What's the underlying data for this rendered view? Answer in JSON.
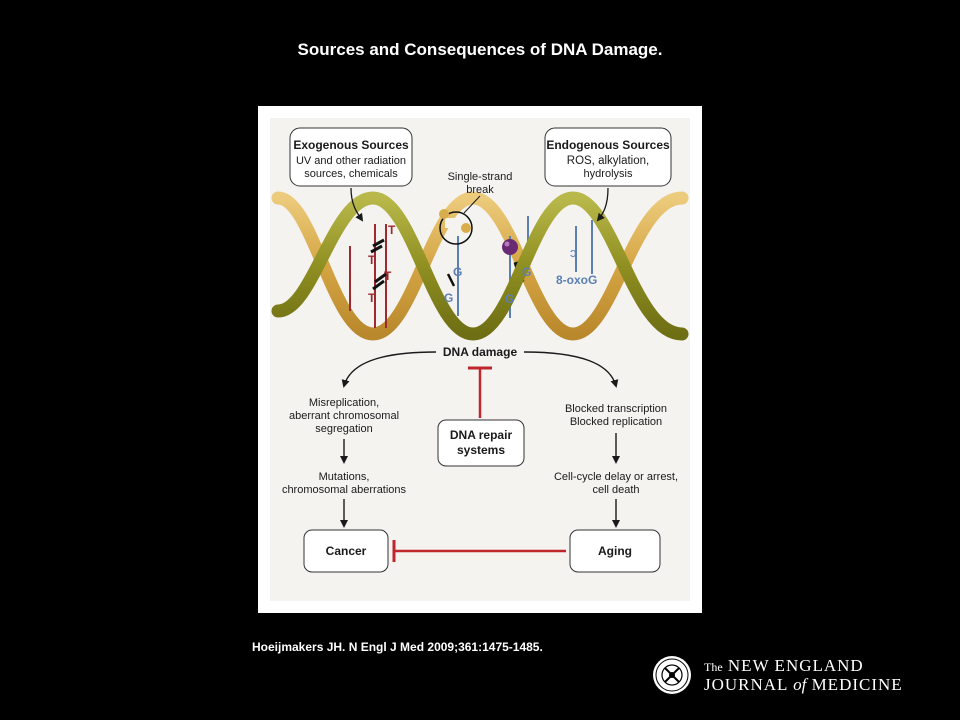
{
  "title": "Sources and Consequences of DNA Damage.",
  "citation": "Hoeijmakers JH. N Engl J Med 2009;361:1475-1485.",
  "journal": {
    "the": "The",
    "new_england": "NEW ENGLAND",
    "journal": "JOURNAL",
    "of": "of",
    "medicine": "MEDICINE"
  },
  "diagram": {
    "exogenous_title": "Exogenous Sources",
    "exogenous_line1": "UV and other radiation",
    "exogenous_line2": "sources, chemicals",
    "endogenous_title": "Endogenous Sources",
    "endogenous_line1": "ROS, alkylation,",
    "endogenous_line2": "hydrolysis",
    "ssb_line1": "Single-strand",
    "ssb_line2": "break",
    "base_t": "T",
    "base_g": "G",
    "oxog": "8-oxoG",
    "dna_damage": "DNA damage",
    "left1_line1": "Misreplication,",
    "left1_line2": "aberrant chromosomal",
    "left1_line3": "segregation",
    "left2_line1": "Mutations,",
    "left2_line2": "chromosomal aberrations",
    "repair_line1": "DNA repair",
    "repair_line2": "systems",
    "right1_line1": "Blocked transcription",
    "right1_line2": "Blocked replication",
    "right2_line1": "Cell-cycle delay or arrest,",
    "right2_line2": "cell death",
    "cancer": "Cancer",
    "aging": "Aging"
  },
  "colors": {
    "background": "#000000",
    "panel": "#f4f3f0",
    "strand_olive": "#9a9a2a",
    "strand_gold": "#d9ad4c",
    "inhibit_red": "#c0272d",
    "base_blue": "#5b7fb5",
    "base_red": "#9e2a2f",
    "adduct_purple": "#6a2a73"
  }
}
